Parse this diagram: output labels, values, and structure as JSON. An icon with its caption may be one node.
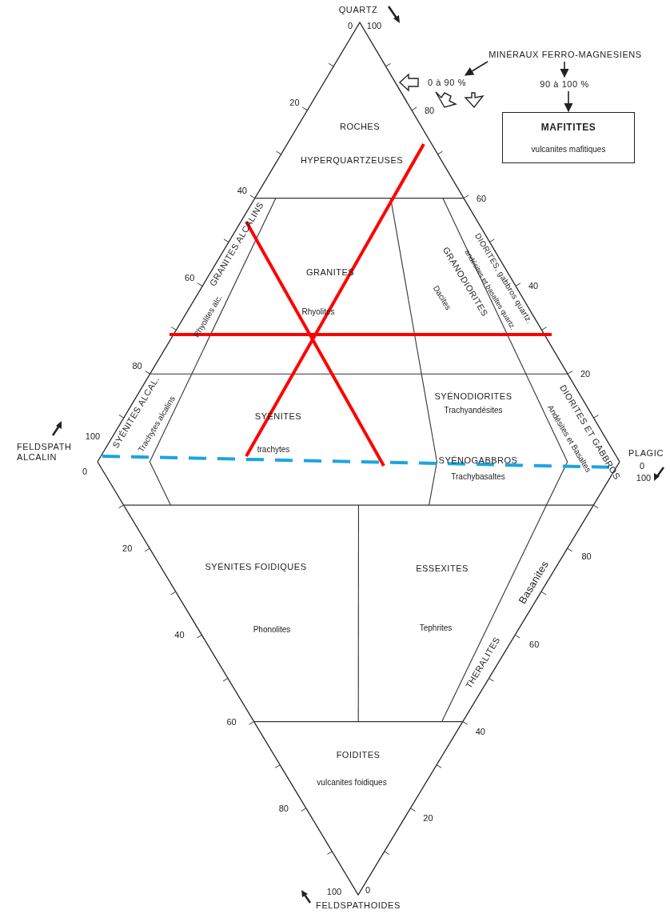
{
  "diagram": {
    "nodes": [
      {
        "text": [
          "MINÉRAUX FERRO-MAGNESIENS"
        ]
      },
      {
        "text": [
          "0 à 90 %"
        ]
      },
      {
        "text": [
          "90 à 100 %"
        ]
      },
      {
        "text": [
          "MAFITITES",
          "vulcanites mafitiques"
        ]
      }
    ],
    "edges": [
      {
        "from": 0,
        "to": 1,
        "arrow": "to"
      },
      {
        "from": 0,
        "to": 2,
        "arrow": "to"
      },
      {
        "from": 2,
        "to": 3,
        "arrow": "to"
      }
    ],
    "labels": [
      "QUARTZ",
      "0",
      "100",
      "20",
      "ROCHES",
      "80",
      "HYPERQUARTZEUSES",
      "40",
      "60",
      "GRANITES ALCALINS",
      "Rhyolites alc.",
      "GRANITES",
      "DIORITES, gabbros quartz.",
      "andésites et basaltes quartz.",
      "GRANODIORITES",
      "Dacites",
      "60",
      "40",
      "Rhyolites",
      "80",
      "20",
      "SYÉNITES ALCAL.",
      "Trachytes alcalins",
      "SYÉNITES",
      "SYÉNODIORITES",
      "Trachyandésites",
      "Andésites et Basaltes",
      "DIORITES ET GABBROS",
      "FELDSPATH ALCALIN",
      "100",
      "0",
      "trachytes",
      "SYÉNOGABBROS",
      "Trachybasaltes",
      "PLAGIC",
      "0",
      "100",
      "20",
      "SYÉNITES FOIDIQUES",
      "ESSEXITES",
      "80",
      "Basanites",
      "Phonolites",
      "Tephrites",
      "40",
      "60",
      "THERALITES",
      "60",
      "FOIDITES",
      "40",
      "vulcanites foidiques",
      "80",
      "20",
      "100",
      "0",
      "FELDSPATHOIDES"
    ]
  }
}
